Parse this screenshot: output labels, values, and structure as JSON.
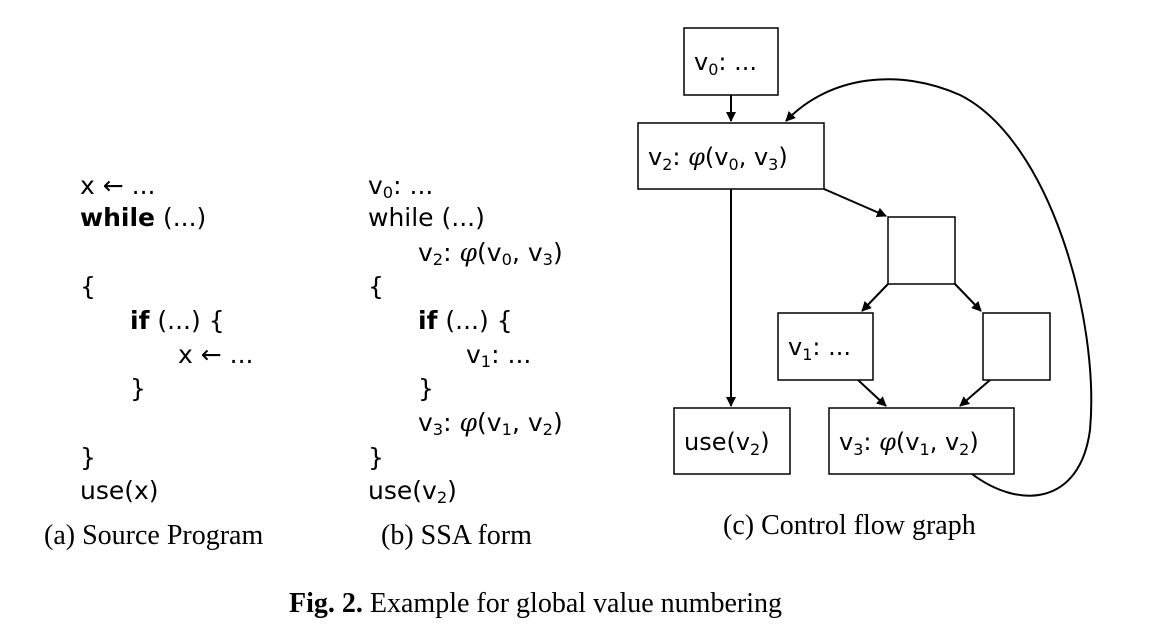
{
  "panel_a": {
    "lines": [
      "x ← ...",
      "while",
      " (...)",
      "{",
      "if",
      " (...) {",
      "x ← ...",
      "}",
      "}",
      "use(x)"
    ],
    "caption": "(a) Source Program"
  },
  "panel_b": {
    "v0": "v",
    "v0_sub": "0",
    "v0_rest": ": ...",
    "while": "while (...)",
    "v2": "v",
    "v2_sub": "2",
    "v2_rest_a": ": ",
    "phi": "φ",
    "v2_args_a": "(v",
    "v2_args_sub1": "0",
    "v2_args_b": ", v",
    "v2_args_sub2": "3",
    "v2_args_c": ")",
    "brace_open": "{",
    "if": "if",
    "if_rest": " (...) {",
    "v1": "v",
    "v1_sub": "1",
    "v1_rest": ": ...",
    "brace_close_inner": "}",
    "v3": "v",
    "v3_sub": "3",
    "v3_rest_a": ": ",
    "v3_args_a": "(v",
    "v3_args_sub1": "1",
    "v3_args_b": ", v",
    "v3_args_sub2": "2",
    "v3_args_c": ")",
    "brace_close": "}",
    "use": "use(v",
    "use_sub": "2",
    "use_close": ")",
    "caption": "(b) SSA form"
  },
  "panel_c": {
    "node_v0": {
      "a": "v",
      "sub": "0",
      "b": ": ..."
    },
    "node_v2": {
      "a": "v",
      "sub": "2",
      "b": ": ",
      "phi": "φ",
      "c": "(v",
      "sub2": "0",
      "d": ", v",
      "sub3": "3",
      "e": ")"
    },
    "node_v1": {
      "a": "v",
      "sub": "1",
      "b": ": ..."
    },
    "node_use": {
      "a": "use(v",
      "sub": "2",
      "b": ")"
    },
    "node_v3": {
      "a": "v",
      "sub": "3",
      "b": ": ",
      "phi": "φ",
      "c": "(v",
      "sub2": "1",
      "d": ", v",
      "sub3": "2",
      "e": ")"
    },
    "caption": "(c) Control flow graph"
  },
  "figure": {
    "label": "Fig. 2.",
    "title": " Example for global value numbering"
  }
}
